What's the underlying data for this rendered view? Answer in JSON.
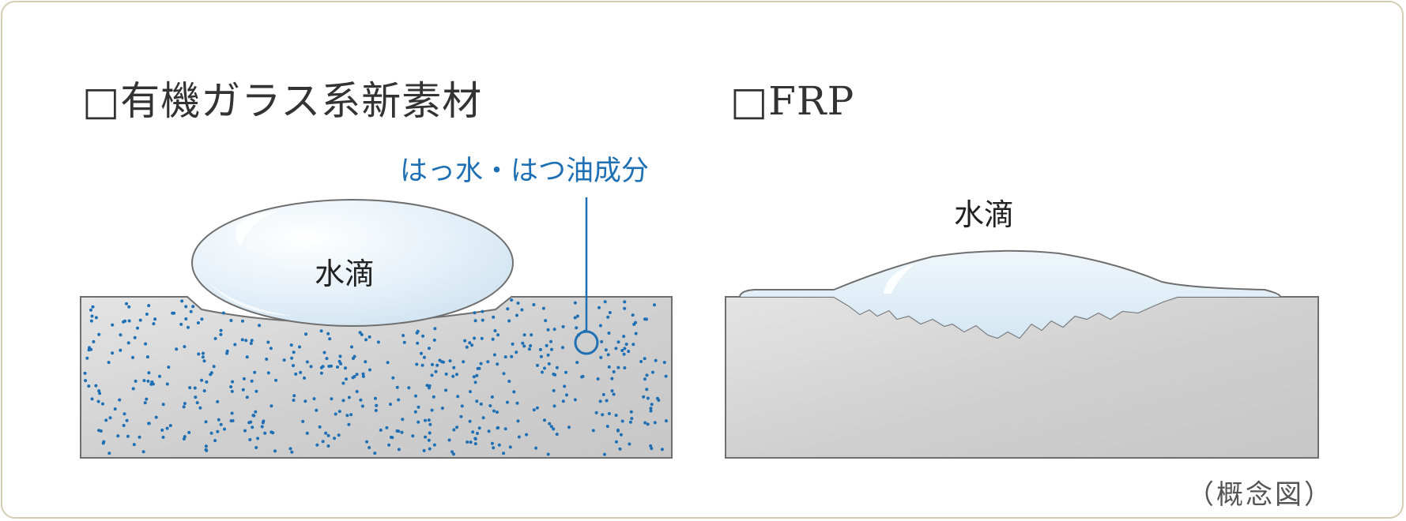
{
  "panels": {
    "left": {
      "title": "□有機ガラス系新素材",
      "annotation": "はっ水・はつ油成分",
      "droplet_label": "水滴"
    },
    "right": {
      "title": "□FRP",
      "droplet_label": "水滴"
    }
  },
  "caption": "（概念図）",
  "colors": {
    "frame_border": "#d4cdb4",
    "substrate": "#cfcfcf",
    "particle": "#1e6fb3",
    "droplet": "#dcecf6",
    "outline": "#6f6f6f"
  }
}
